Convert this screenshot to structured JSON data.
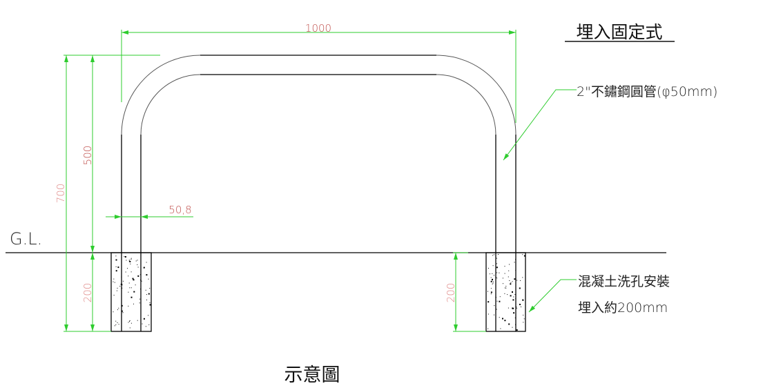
{
  "title": "埋入固定式",
  "caption": "示意圖",
  "ground_label": "G.L.",
  "dimensions": {
    "width": "1000",
    "total_height": "700",
    "above_ground": "500",
    "embed_left": "200",
    "embed_right": "200",
    "pipe_diameter": "50,8"
  },
  "notes": {
    "pipe": "2\"不鏽鋼圓管(φ50mm)",
    "concrete_line1": "混凝土洗孔安裝",
    "concrete_line2": "埋入約200mm"
  },
  "colors": {
    "dimension_line": "#2ecc2e",
    "dimension_text": "#c0504d",
    "outline": "#000000"
  }
}
